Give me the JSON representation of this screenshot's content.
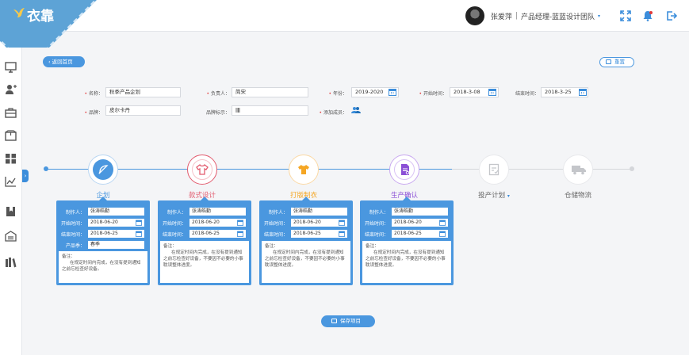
{
  "app": {
    "logo_text": "衣靠"
  },
  "header": {
    "user_name": "张爱萍",
    "separator": "|",
    "user_role": "产品经理-蓝蓝设计团队",
    "caret": "▾"
  },
  "nav": {
    "back_label": "返回首页",
    "reset_label": "重置",
    "save_label": "保存项目"
  },
  "form": {
    "name_label": "名称：",
    "name_value": "秋季产品企划",
    "owner_label": "负责人：",
    "owner_value": "简宋",
    "year_label": "年份：",
    "year_value": "2019-2020",
    "start_label": "开始时间：",
    "start_value": "2018-3-08",
    "end_label": "结束时间：",
    "end_value": "2018-3-25",
    "brand_label": "品牌：",
    "brand_value": "皮尔卡丹",
    "brand_mark_label": "品牌标示：",
    "add_member_label": "添加成员："
  },
  "stages": [
    {
      "label": "企划",
      "color": "#4a97df",
      "active": true
    },
    {
      "label": "款式设计",
      "color": "#e25b6e",
      "active": true
    },
    {
      "label": "打版制衣",
      "color": "#f5a623",
      "active": true
    },
    {
      "label": "生产确认",
      "color": "#8b4fd6",
      "active": true
    },
    {
      "label": "投产计划",
      "color": "#888888",
      "active": false,
      "caret": "▾"
    },
    {
      "label": "仓储物流",
      "color": "#888888",
      "active": false
    }
  ],
  "cards": [
    {
      "maker_label": "制作人：",
      "maker": "张涛皓勤",
      "start_label": "开始时间：",
      "start": "2018-06-20",
      "end_label": "结束时间：",
      "end": "2018-06-25",
      "season_label": "产品季：",
      "season": "春季",
      "note_label": "备注：",
      "note": "在规定时间内完成，在没有提到通知之前忘检查好设备。"
    },
    {
      "maker_label": "制作人：",
      "maker": "张涛皓勤",
      "start_label": "开始时间：",
      "start": "2018-06-20",
      "end_label": "结束时间：",
      "end": "2018-06-25",
      "note_label": "备注：",
      "note": "在规定时间内完成，在没有提到通知之前忘检查好设备，不要因不必要的小事耽误整体进度。"
    },
    {
      "maker_label": "制作人：",
      "maker": "张涛皓勤",
      "start_label": "开始时间：",
      "start": "2018-06-20",
      "end_label": "结束时间：",
      "end": "2018-06-25",
      "note_label": "备注：",
      "note": "在规定时间内完成，在没有提到通知之前忘检查好设备，不要因不必要的小事耽误整体进度。"
    },
    {
      "maker_label": "制作人：",
      "maker": "张涛皓勤",
      "start_label": "开始时间：",
      "start": "2018-06-20",
      "end_label": "结束时间：",
      "end": "2018-06-25",
      "note_label": "备注：",
      "note": "在规定时间内完成，在没有提到通知之前忘检查好设备，不要因不必要的小事耽误整体进度。"
    }
  ],
  "colors": {
    "accent": "#4a97df",
    "inactive": "#d4d6da",
    "required": "#e23b3b"
  }
}
